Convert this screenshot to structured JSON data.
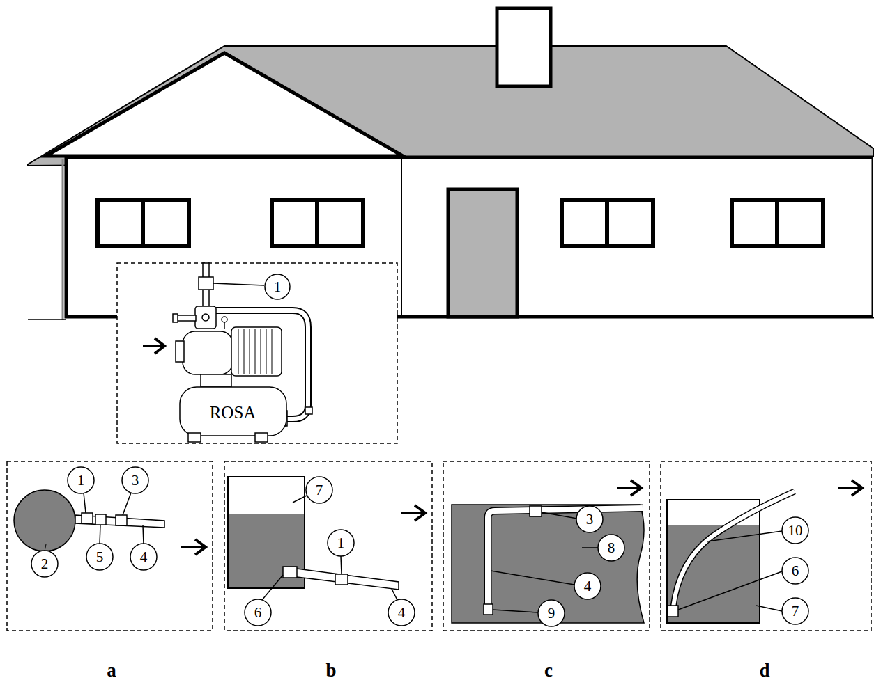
{
  "diagram": {
    "labels": [
      "1",
      "ROSA",
      "1",
      "3",
      "2",
      "5",
      "4",
      "7",
      "1",
      "6",
      "4",
      "3",
      "8",
      "4",
      "9",
      "10",
      "6",
      "7",
      "a",
      "b",
      "c",
      "d"
    ]
  }
}
